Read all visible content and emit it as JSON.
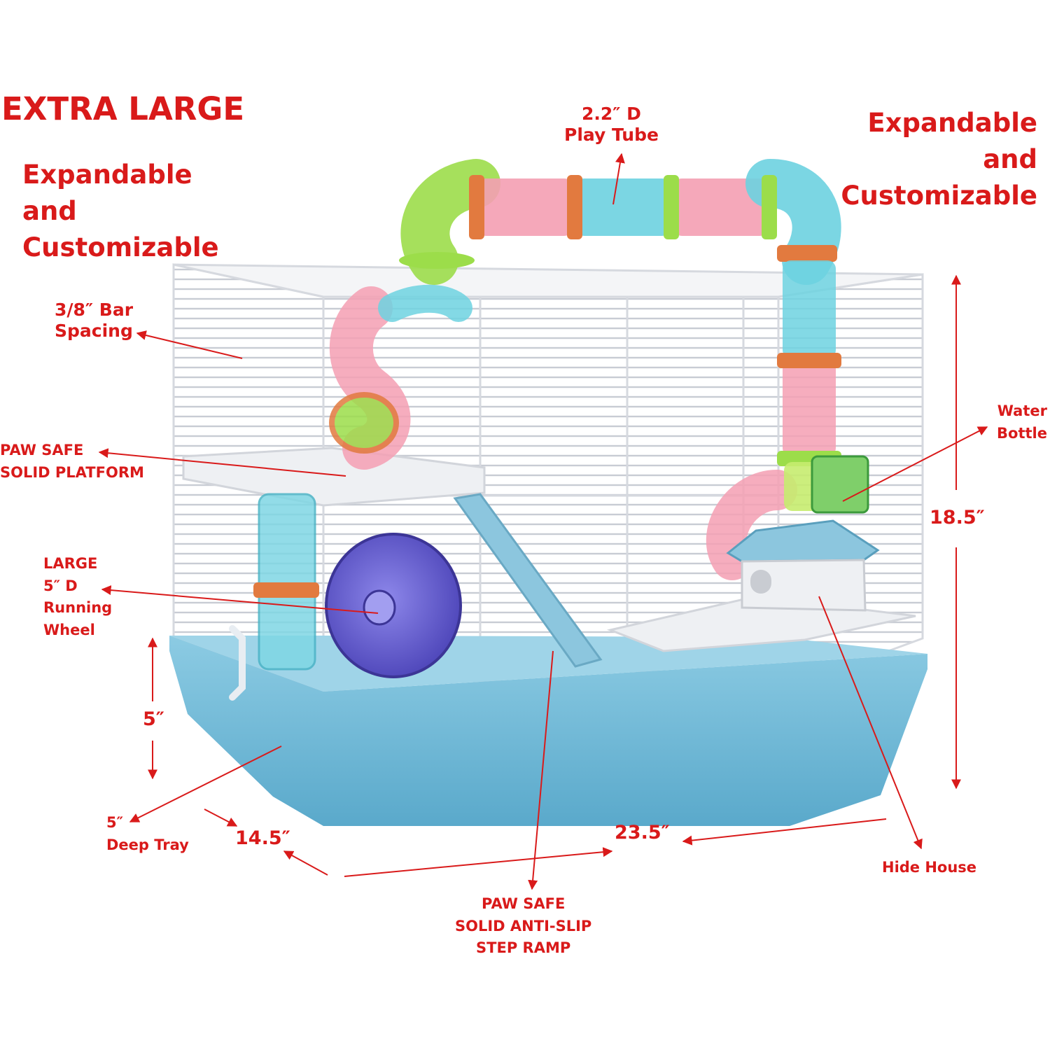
{
  "colors": {
    "label": "#d91a1a",
    "tray": "#6db8d6",
    "wire": "#e6e9ee",
    "tube_pink": "#f49fb3",
    "tube_blue": "#6dd2e0",
    "tube_green": "#9cdd4a",
    "ring_orange": "#e27a3f",
    "wheel": "#6a63d6"
  },
  "headline": "EXTRA LARGE",
  "left_feature": [
    "Expandable",
    "and",
    "Customizable"
  ],
  "right_feature": [
    "Expandable",
    "and",
    "Customizable"
  ],
  "callouts": {
    "play_tube": [
      "2.2″ D",
      "Play Tube"
    ],
    "bar_spacing": [
      "3/8″ Bar",
      "Spacing"
    ],
    "platform": [
      "PAW SAFE",
      "SOLID PLATFORM"
    ],
    "wheel": [
      "LARGE",
      "5″ D",
      "Running",
      "Wheel"
    ],
    "water_bottle": [
      "Water",
      "Bottle"
    ],
    "tray": [
      "5″",
      "Deep Tray"
    ],
    "ramp": [
      "PAW SAFE",
      "SOLID ANTI-SLIP",
      "STEP RAMP"
    ],
    "hide_house": "Hide House"
  },
  "dimensions": {
    "height": "18.5″",
    "tray_height": "5″",
    "depth": "14.5″",
    "width": "23.5″"
  }
}
